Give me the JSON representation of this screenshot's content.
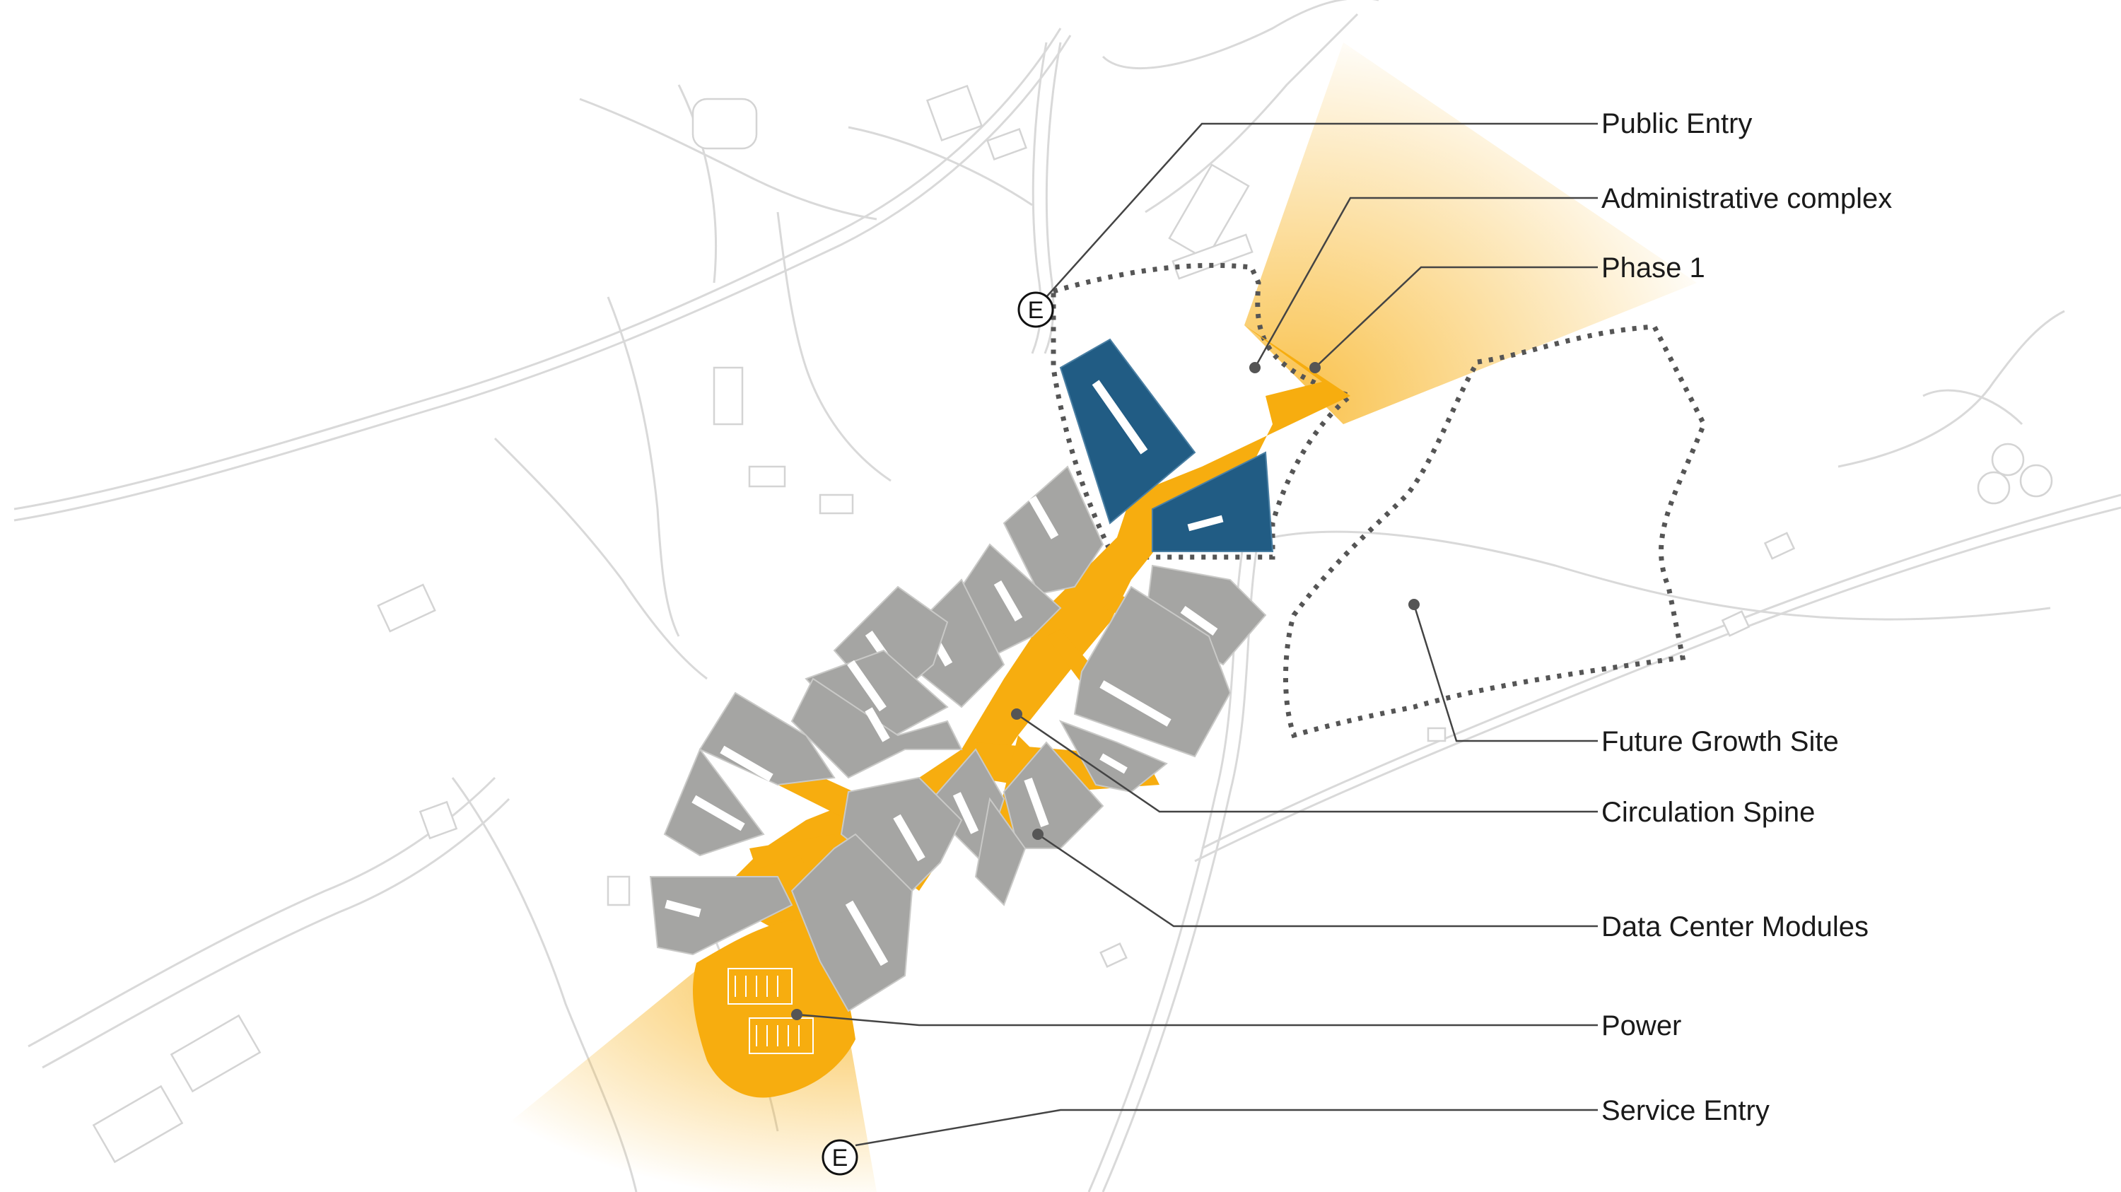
{
  "diagram": {
    "colors": {
      "spine": "#f7ad0f",
      "modules": "#a5a5a3",
      "administrative": "#215c84",
      "context_lines": "#d9d9d9",
      "leader_lines": "#444444",
      "boundary_dots": "#555555"
    },
    "entry_marker_letter": "E",
    "labels": {
      "public_entry": "Public Entry",
      "administrative_complex": "Administrative complex",
      "phase_1": "Phase 1",
      "future_growth_site": "Future Growth Site",
      "circulation_spine": "Circulation Spine",
      "data_center_modules": "Data Center Modules",
      "power": "Power",
      "service_entry": "Service Entry"
    }
  }
}
